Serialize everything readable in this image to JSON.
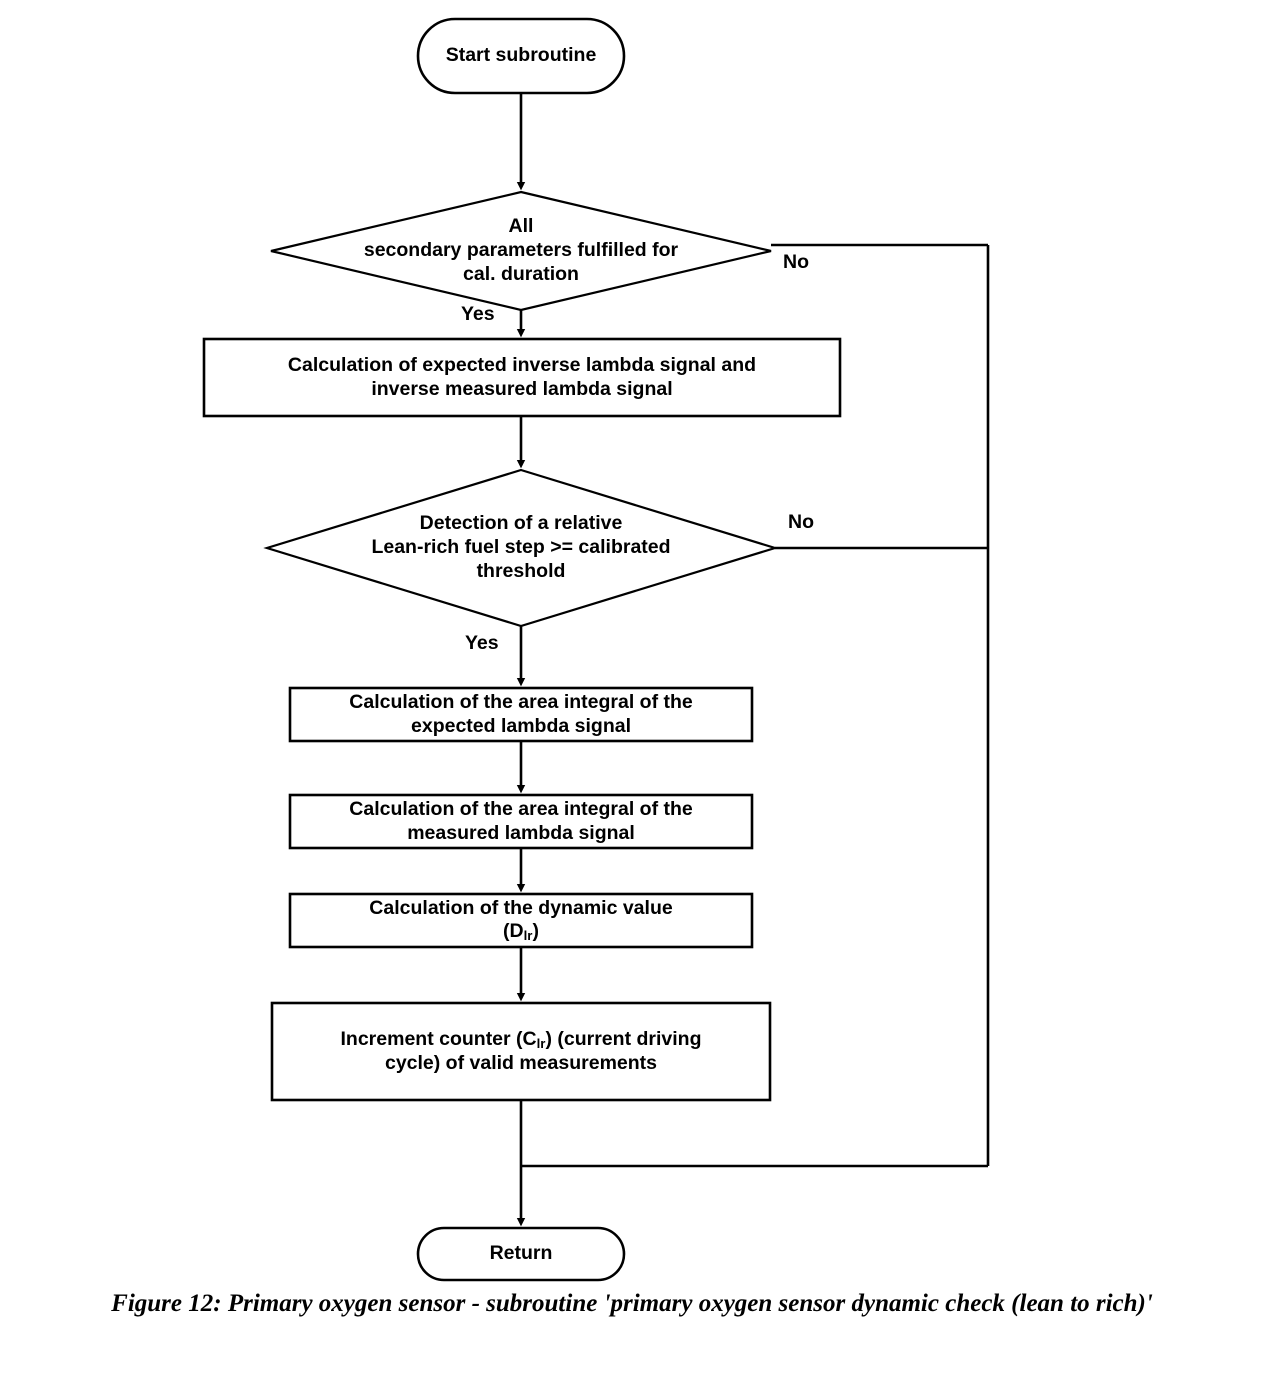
{
  "figure": {
    "caption": "Figure 12: Primary oxygen sensor - subroutine 'primary oxygen sensor dynamic check (lean to rich)'",
    "type": "flowchart",
    "orientation": "top-to-bottom"
  },
  "nodes": {
    "start": {
      "id": "start",
      "shape": "stadium",
      "label": "Start subroutine"
    },
    "decision1": {
      "id": "decision1",
      "shape": "diamond",
      "label": "All\nsecondary parameters fulfilled for\ncal. duration"
    },
    "process1": {
      "id": "process1",
      "shape": "rectangle",
      "label": "Calculation of expected inverse lambda signal and\ninverse measured lambda signal"
    },
    "decision2": {
      "id": "decision2",
      "shape": "diamond",
      "label": "Detection of a relative\nLean-rich fuel step >= calibrated\nthreshold"
    },
    "process2": {
      "id": "process2",
      "shape": "rectangle",
      "label": "Calculation of the area integral of the\nexpected lambda signal"
    },
    "process3": {
      "id": "process3",
      "shape": "rectangle",
      "label": "Calculation of the area integral of the\nmeasured lambda signal"
    },
    "process4": {
      "id": "process4",
      "shape": "rectangle",
      "label_line1": "Calculation of the dynamic value",
      "label_line2_prefix": "(D",
      "label_line2_sub": "lr",
      "label_line2_suffix": ")"
    },
    "process5": {
      "id": "process5",
      "shape": "rectangle",
      "label_line1_prefix": "Increment counter (C",
      "label_line1_sub": "lr",
      "label_line1_suffix": ") (current driving",
      "label_line2": "cycle) of valid measurements"
    },
    "end": {
      "id": "end",
      "shape": "stadium",
      "label": "Return"
    }
  },
  "edge_labels": {
    "decision1_yes": "Yes",
    "decision1_no": "No",
    "decision2_yes": "Yes",
    "decision2_no": "No"
  },
  "colors": {
    "stroke": "#000000",
    "fill": "#ffffff",
    "text": "#000000",
    "background": "#ffffff"
  }
}
